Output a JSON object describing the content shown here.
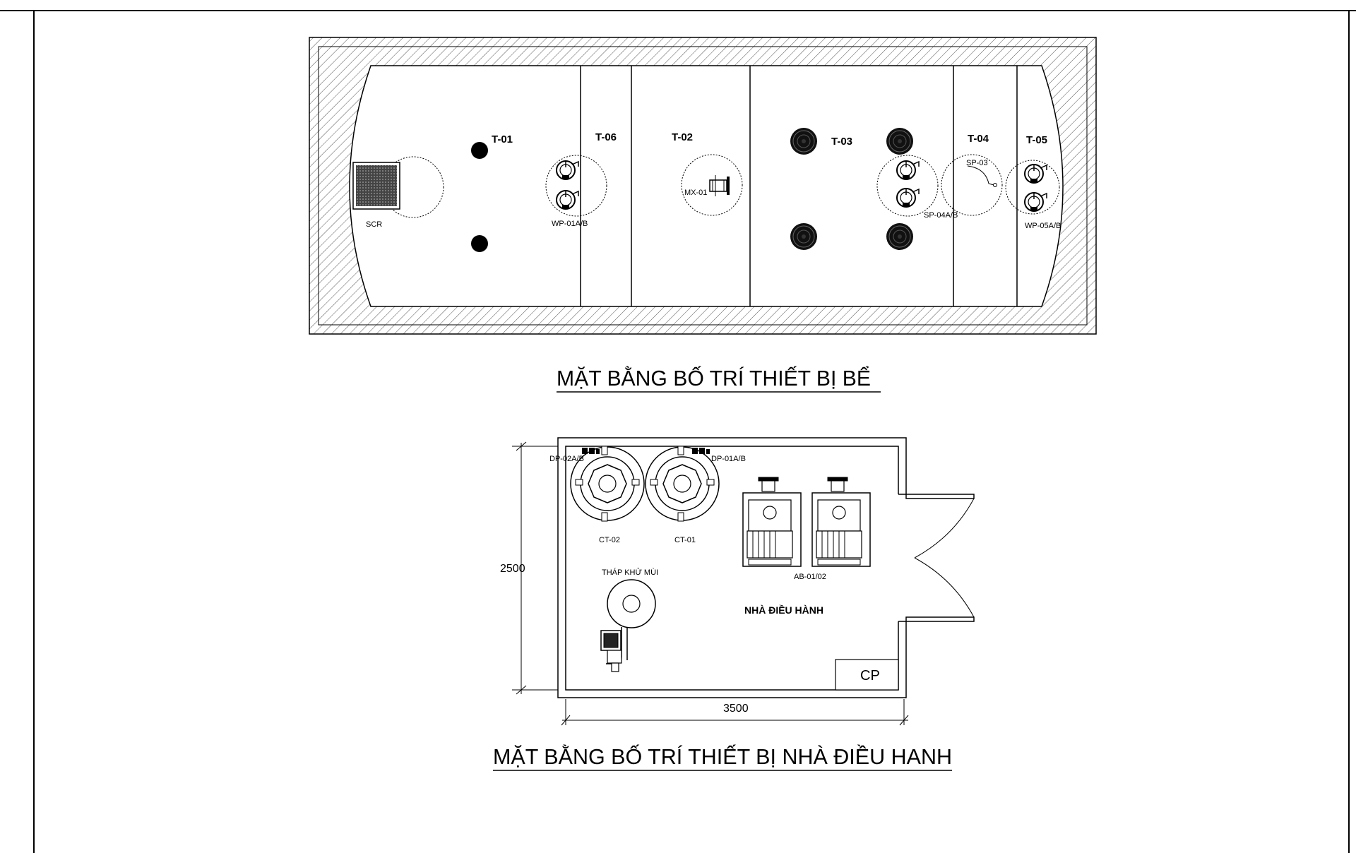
{
  "tank_plan": {
    "title": "MẶT BẰNG BỐ TRÍ THIẾT BỊ BỂ",
    "tanks": [
      "T-01",
      "T-06",
      "T-02",
      "T-03",
      "T-04",
      "T-05"
    ],
    "equipment": {
      "screen": "SCR",
      "pump_t06": "WP-01A/B",
      "mixer": "MX-01",
      "pump_t03": "SP-04A/B",
      "pump_t04": "SP-03",
      "pump_t05": "WP-05A/B"
    }
  },
  "control_house": {
    "title": "MẶT BẰNG BỐ TRÍ THIẾT BỊ NHÀ ĐIỀU HANH",
    "room_label": "NHÀ ĐIỀU HÀNH",
    "dim_width": "3500",
    "dim_height": "2500",
    "equipment": {
      "dosing_pump_2": "DP-02A/B",
      "dosing_pump_1": "DP-01A/B",
      "chem_tank_2": "CT-02",
      "chem_tank_1": "CT-01",
      "blowers": "AB-01/02",
      "odor_tower": "THÁP KHỬ MÙI",
      "control_panel": "CP"
    }
  }
}
